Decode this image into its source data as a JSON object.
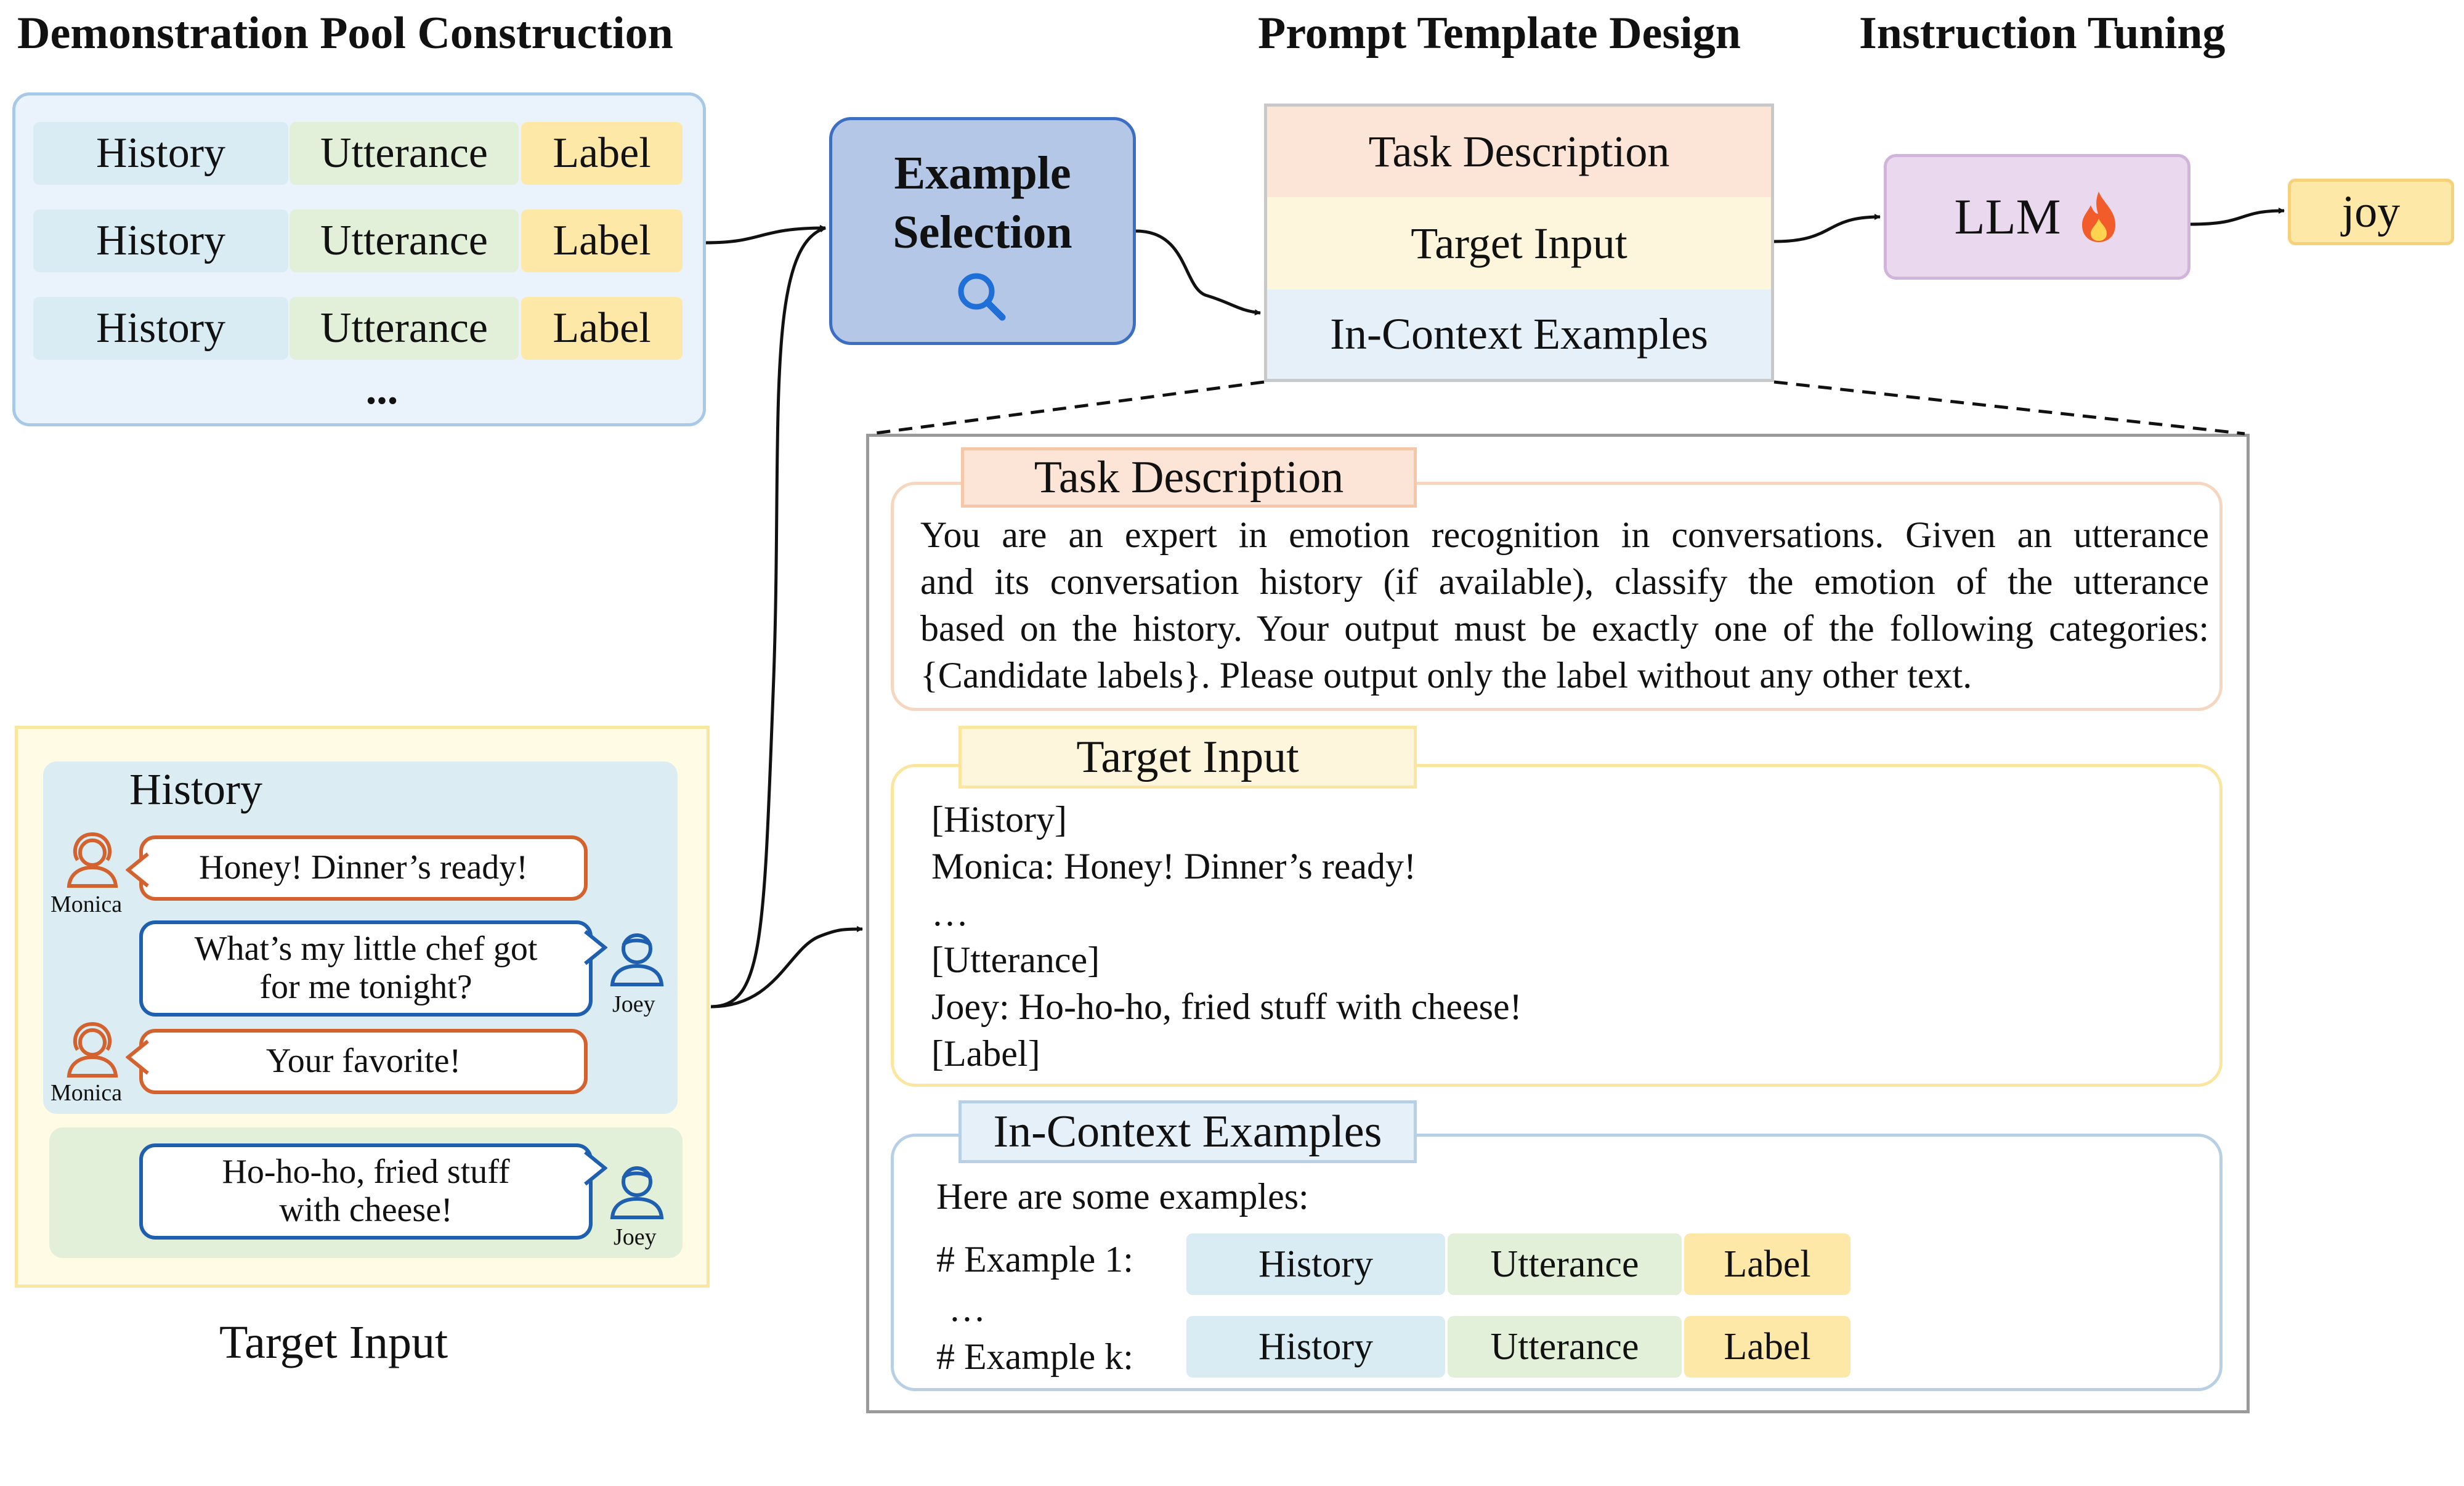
{
  "headers": {
    "demo_pool": "Demonstration Pool Construction",
    "prompt_design": "Prompt Template Design",
    "instruction_tuning": "Instruction Tuning"
  },
  "demo_pool": {
    "rows": [
      {
        "history": "History",
        "utterance": "Utterance",
        "label": "Label"
      },
      {
        "history": "History",
        "utterance": "Utterance",
        "label": "Label"
      },
      {
        "history": "History",
        "utterance": "Utterance",
        "label": "Label"
      }
    ],
    "ellipsis": "..."
  },
  "example_selection": {
    "line1": "Example",
    "line2": "Selection"
  },
  "prompt_template": {
    "task_description": "Task Description",
    "target_input": "Target Input",
    "in_context_examples": "In-Context Examples"
  },
  "llm": {
    "label": "LLM",
    "output": "joy"
  },
  "target_panel": {
    "history_title": "History",
    "messages": [
      {
        "speaker": "Monica",
        "text_line1": "Honey! Dinner’s ready!",
        "text_line2": ""
      },
      {
        "speaker": "Joey",
        "text_line1": "What’s my little chef got",
        "text_line2": "for me tonight?"
      },
      {
        "speaker": "Monica",
        "text_line1": "Your favorite!",
        "text_line2": ""
      }
    ],
    "utterance": {
      "speaker": "Joey",
      "text_line1": "Ho-ho-ho, fried stuff",
      "text_line2": "with cheese!"
    },
    "caption": "Target Input"
  },
  "detail": {
    "task_description": {
      "title": "Task Description",
      "lines": [
        "You are an expert in emotion recognition in conversations. Given an utterance",
        "and its conversation history (if available), classify the emotion of the utterance",
        "based on the history. Your output must be exactly one of the following categories:",
        "{Candidate labels}. Please output only the label without any other text."
      ]
    },
    "target_input": {
      "title": "Target Input",
      "lines": [
        "[History]",
        "Monica: Honey! Dinner’s ready!",
        "…",
        "[Utterance]",
        "Joey: Ho-ho-ho, fried stuff with cheese!",
        "[Label]"
      ]
    },
    "in_context": {
      "title": "In-Context Examples",
      "intro": "Here are some examples:",
      "examples": [
        {
          "name": "# Example 1:",
          "history": "History",
          "utterance": "Utterance",
          "label": "Label"
        },
        {
          "name": "# Example k:",
          "history": "History",
          "utterance": "Utterance",
          "label": "Label"
        }
      ],
      "ellipsis": "…"
    }
  },
  "colors": {
    "accent_blue": "#1f5fb0",
    "accent_orange": "#d4622f",
    "history_bg": "#d9ecf3",
    "utterance_bg": "#e2efd9",
    "label_bg": "#fde8a8"
  }
}
